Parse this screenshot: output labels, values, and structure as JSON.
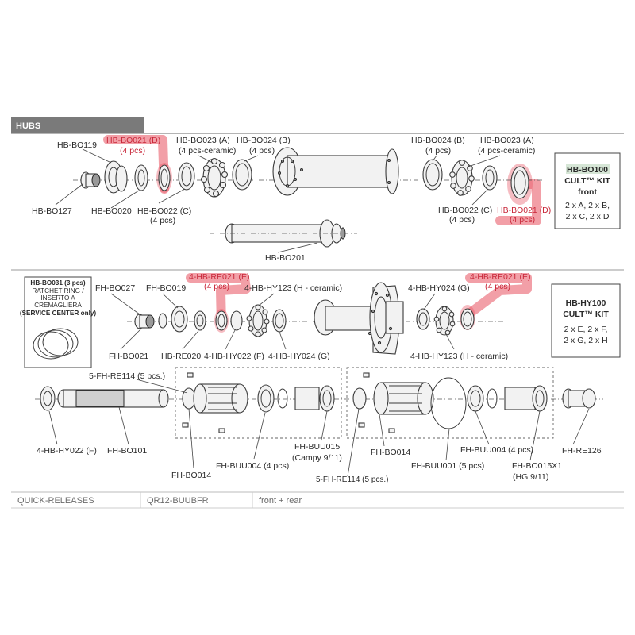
{
  "section": {
    "title": "HUBS"
  },
  "front_hub": {
    "labels": {
      "hb_bo119": "HB-BO119",
      "hb_bo021_left": "HB-BO021 (D)",
      "hb_bo021_left_qty": "(4 pcs)",
      "hb_bo023_left": "HB-BO023 (A)",
      "hb_bo023_left_qty": "(4 pcs-ceramic)",
      "hb_bo024_left": "HB-BO024 (B)",
      "hb_bo024_left_qty": "(4 pcs)",
      "hb_bo024_right": "HB-BO024 (B)",
      "hb_bo024_right_qty": "(4 pcs)",
      "hb_bo023_right": "HB-BO023 (A)",
      "hb_bo023_right_qty": "(4 pcs-ceramic)",
      "hb_bo127": "HB-BO127",
      "hb_bo020": "HB-BO020",
      "hb_bo022_left": "HB-BO022 (C)",
      "hb_bo022_left_qty": "(4 pcs)",
      "hb_bo022_right": "HB-BO022 (C)",
      "hb_bo022_right_qty": "(4 pcs)",
      "hb_bo021_right": "HB-BO021 (D)",
      "hb_bo021_right_qty": "(4 pcs)",
      "hb_bo201": "HB-BO201"
    },
    "kit": {
      "code": "HB-BO100",
      "name": "CULT™ KIT",
      "sub": "front",
      "line1": "2 x A, 2 x B,",
      "line2": "2 x C, 2 x D"
    }
  },
  "rear_hub": {
    "labels": {
      "fh_bo027": "FH-BO027",
      "fh_bo019": "FH-BO019",
      "hb_re021_left": "4-HB-RE021 (E)",
      "hb_re021_left_qty": "(4 pcs)",
      "hb_hy123_top": "4-HB-HY123 (H - ceramic)",
      "hb_hy024_top": "4-HB-HY024 (G)",
      "hb_re021_right": "4-HB-RE021 (E)",
      "hb_re021_right_qty": "(4 pcs)",
      "fh_bo021": "FH-BO021",
      "hb_re020": "HB-RE020",
      "hb_hy022_mid": "4-HB-HY022 (F)",
      "hb_hy024_mid": "4-HB-HY024 (G)",
      "hb_hy123_bottom": "4-HB-HY123 (H - ceramic)",
      "fh_re114_top": "5-FH-RE114 (5 pcs.)",
      "hb_hy022_bottom": "4-HB-HY022 (F)",
      "fh_bo101": "FH-BO101",
      "fh_buu004_left": "FH-BUU004 (4 pcs)",
      "fh_buu015": "FH-BUU015",
      "fh_buu015_sub": "(Campy 9/11)",
      "fh_bo014_left": "FH-BO014",
      "fh_re114_bottom": "5-FH-RE114 (5 pcs.)",
      "fh_bo014_right": "FH-BO014",
      "fh_buu001": "FH-BUU001 (5 pcs)",
      "fh_buu004_right": "FH-BUU004 (4 pcs)",
      "fh_bo015x1": "FH-BO015X1",
      "fh_bo015x1_sub": "(HG 9/11)",
      "fh_re126": "FH-RE126"
    },
    "service_box": {
      "code": "HB-BO031 (3 pcs)",
      "line1": "RATCHET RING /",
      "line2": "INSERTO A",
      "line3": "CREMAGLIERA",
      "line4": "(SERVICE CENTER only)"
    },
    "kit": {
      "code": "HB-HY100",
      "name": "CULT™ KIT",
      "line1": "2 x E, 2 x F,",
      "line2": "2 x G, 2 x H"
    }
  },
  "quick_releases": {
    "label": "QUICK-RELEASES",
    "code": "QR12-BUUBFR",
    "note": "front + rear"
  },
  "colors": {
    "highlight": "#e8505e",
    "header_bar": "#7a7a7a",
    "kit_code_bg": "#d6e6d6"
  }
}
